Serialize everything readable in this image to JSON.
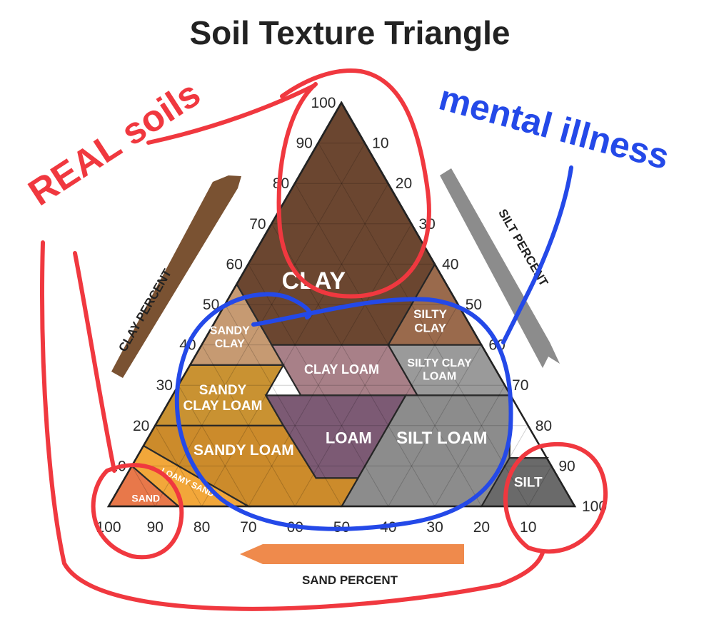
{
  "title": "Soil Texture Triangle",
  "axes": {
    "clay_label": "CLAY PERCENT",
    "silt_label": "SILT PERCENT",
    "sand_label": "SAND PERCENT",
    "clay_ticks": [
      "10",
      "20",
      "30",
      "40",
      "50",
      "60",
      "70",
      "80",
      "90",
      "100"
    ],
    "silt_ticks": [
      "10",
      "20",
      "30",
      "40",
      "50",
      "60",
      "70",
      "80",
      "90",
      "100"
    ],
    "sand_ticks": [
      "100",
      "90",
      "80",
      "70",
      "60",
      "50",
      "40",
      "30",
      "20",
      "10"
    ]
  },
  "regions": [
    {
      "id": "clay",
      "label": [
        "CLAY"
      ],
      "color": "#6b4630"
    },
    {
      "id": "silty-clay",
      "label": [
        "SILTY",
        "CLAY"
      ],
      "color": "#9a6a4c"
    },
    {
      "id": "sandy-clay",
      "label": [
        "SANDY",
        "CLAY"
      ],
      "color": "#c69a72"
    },
    {
      "id": "clay-loam",
      "label": [
        "CLAY LOAM"
      ],
      "color": "#a88088"
    },
    {
      "id": "silty-clay-loam",
      "label": [
        "SILTY CLAY",
        "LOAM"
      ],
      "color": "#9a9a9a"
    },
    {
      "id": "sandy-clay-loam",
      "label": [
        "SANDY",
        "CLAY LOAM"
      ],
      "color": "#c99232"
    },
    {
      "id": "loam",
      "label": [
        "LOAM"
      ],
      "color": "#7c5a74"
    },
    {
      "id": "silt-loam",
      "label": [
        "SILT LOAM"
      ],
      "color": "#8c8c8c"
    },
    {
      "id": "sandy-loam",
      "label": [
        "SANDY LOAM"
      ],
      "color": "#cc8b2b"
    },
    {
      "id": "loamy-sand",
      "label": [
        "LOAMY SAND"
      ],
      "color": "#f2a73a"
    },
    {
      "id": "sand",
      "label": [
        "SAND"
      ],
      "color": "#e8784a"
    },
    {
      "id": "silt",
      "label": [
        "SILT"
      ],
      "color": "#6a6a6a"
    }
  ],
  "annotations": {
    "red_text": "REAL soils",
    "blue_text": "mental illness"
  },
  "colors": {
    "clay_arrow": "#7a5232",
    "silt_arrow": "#8c8c8c",
    "sand_arrow": "#ef8a4c",
    "annotation_red": "#f0383f",
    "annotation_blue": "#2449e8"
  }
}
